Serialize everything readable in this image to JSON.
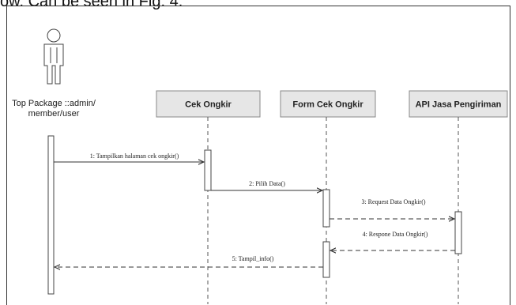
{
  "caption": "ow. Can be seen in Fig. 4.",
  "actor": {
    "line1": "Top Package ::admin/",
    "line2": "member/user"
  },
  "lifelines": [
    {
      "label": "Cek Ongkir"
    },
    {
      "label": "Form Cek Ongkir"
    },
    {
      "label": "API Jasa Pengiriman"
    }
  ],
  "messages": [
    {
      "label": "1: Tampilkan halaman cek ongkir()",
      "style": "solid"
    },
    {
      "label": "2: Pilih Data()",
      "style": "solid"
    },
    {
      "label": "3: Request Data Ongkir()",
      "style": "dashed"
    },
    {
      "label": "4: Respone Data Ongkir()",
      "style": "dashed"
    },
    {
      "label": "5: Tampil_info()",
      "style": "dashed"
    }
  ]
}
